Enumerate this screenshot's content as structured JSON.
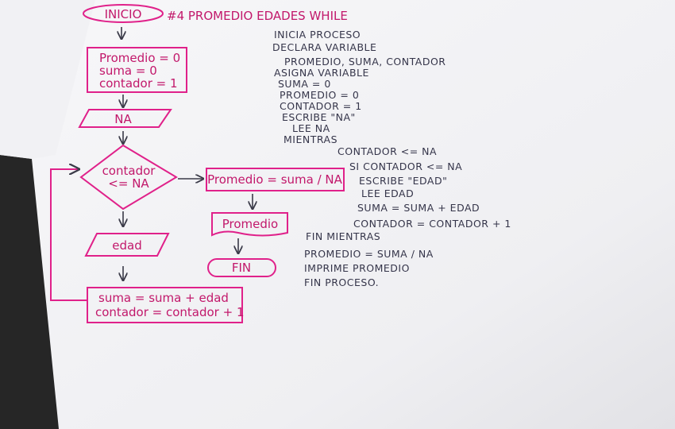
{
  "flowchart": {
    "start_label": "INICIO",
    "title": "#4 PROMEDIO EDADES WHILE",
    "init_lines": [
      "Promedio = 0",
      "suma = 0",
      "contador = 1"
    ],
    "input_na": "NA",
    "condition_line1": "contador",
    "condition_line2": "<= NA",
    "input_edad": "edad",
    "update_line1": "suma = suma + edad",
    "update_line2": "contador = contador + 1",
    "compute_avg": "Promedio = suma / NA",
    "output_avg": "Promedio",
    "end_label": "FIN"
  },
  "pseudocode": {
    "lines": [
      "INICIA PROCESO",
      "DECLARA VARIABLE",
      "PROMEDIO, SUMA, CONTADOR",
      "ASIGNA VARIABLE",
      "SUMA = 0",
      "PROMEDIO = 0",
      "CONTADOR = 1",
      "ESCRIBE \"NA\"",
      "LEE NA",
      "MIENTRAS",
      "CONTADOR <= NA",
      "SI CONTADOR <= NA",
      "ESCRIBE \"EDAD\"",
      "LEE EDAD",
      "SUMA = SUMA + EDAD",
      "CONTADOR = CONTADOR + 1",
      "FIN MIENTRAS",
      "PROMEDIO = SUMA / NA",
      "IMPRIME PROMEDIO",
      "FIN PROCESO."
    ]
  },
  "colors": {
    "ink_pink": "#e0218a",
    "ink_dark": "#35354a",
    "arrow_ink": "#3a3a48",
    "paper": "#f4f4f6"
  }
}
